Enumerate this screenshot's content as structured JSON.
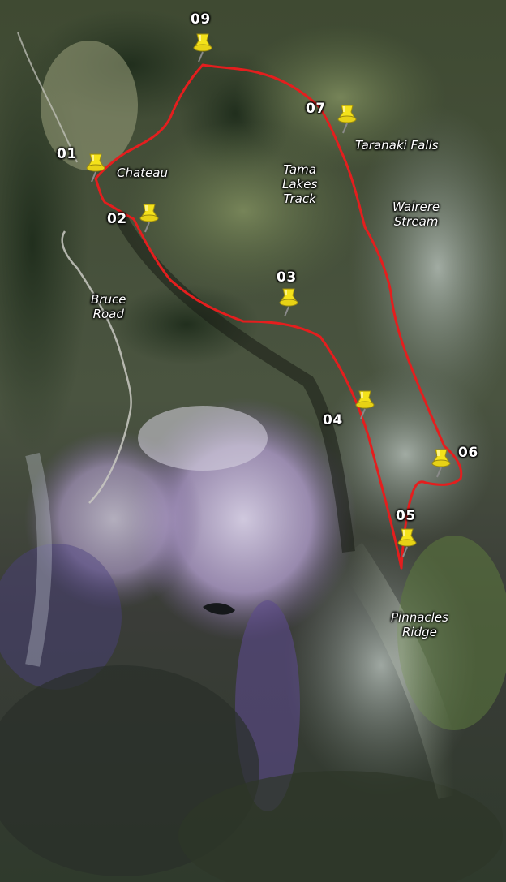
{
  "map": {
    "type": "satellite",
    "route_color": "#e41e1e",
    "pin_color": "#f4e21a"
  },
  "places": {
    "chateau": "Chateau",
    "tama": "Tama\nLakes\nTrack",
    "taranaki": "Taranaki Falls",
    "wairere": "Wairere\nStream",
    "bruce": "Bruce\nRoad",
    "pinnacles": "Pinnacles\nRidge"
  },
  "waypoints": {
    "wp01": "01",
    "wp02": "02",
    "wp03": "03",
    "wp04": "04",
    "wp05": "05",
    "wp06": "06",
    "wp07": "07",
    "wp09": "09"
  }
}
